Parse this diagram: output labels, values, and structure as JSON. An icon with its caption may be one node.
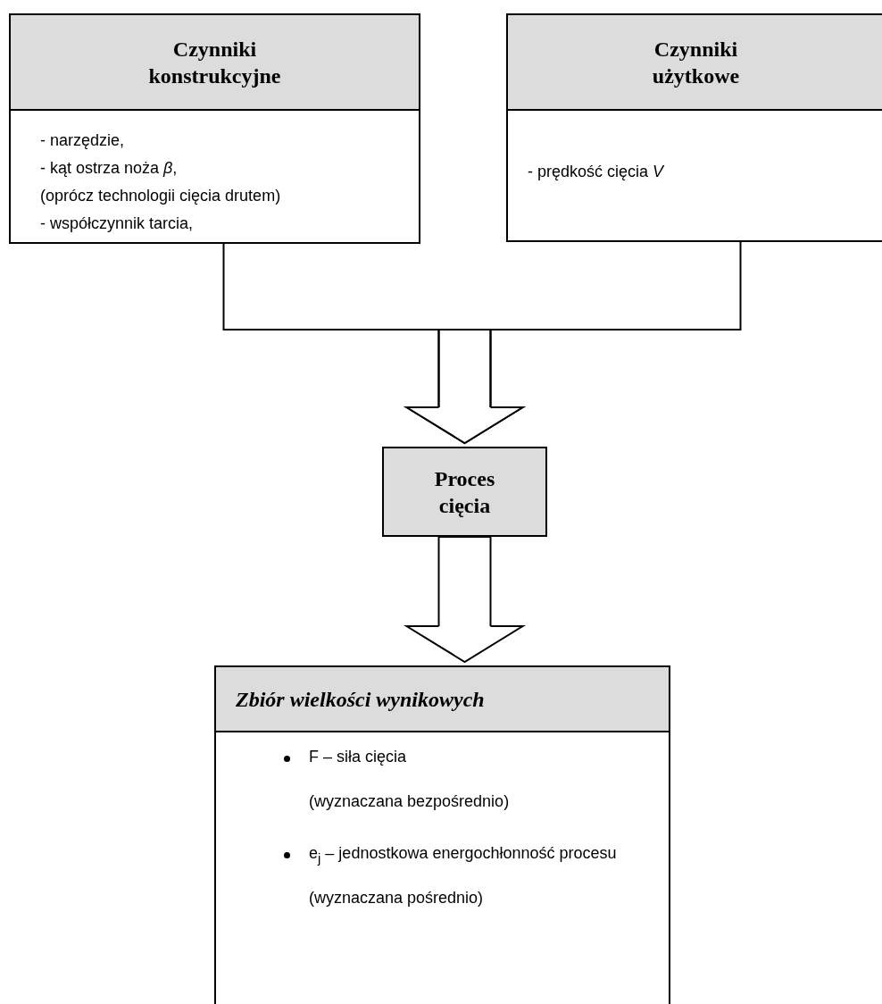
{
  "diagram": {
    "nodes": [
      {
        "text": [
          "Czynniki konstrukcyjne",
          "- narzędzie,",
          "- kąt ostrza noża *β*,",
          "(oprócz technologii cięcia drutem)",
          "- współczynnik tarcia,"
        ]
      },
      {
        "text": [
          "Czynniki użytkowe",
          "- prędkość cięcia *V*"
        ]
      },
      {
        "text": [
          "Proces cięcia"
        ]
      },
      {
        "text": [
          "Zbiór wielkości wynikowych",
          "F – siła cięcia",
          "(wyznaczana bezpośrednio)",
          "e$_{j}$ – jednostkowa energochłonność procesu",
          "(wyznaczana pośrednio)"
        ]
      }
    ],
    "edges": [
      {
        "from": 0,
        "to": 2,
        "arrow": "to"
      },
      {
        "from": 1,
        "to": 2,
        "arrow": "to"
      },
      {
        "from": 2,
        "to": 3,
        "arrow": "to"
      }
    ]
  }
}
